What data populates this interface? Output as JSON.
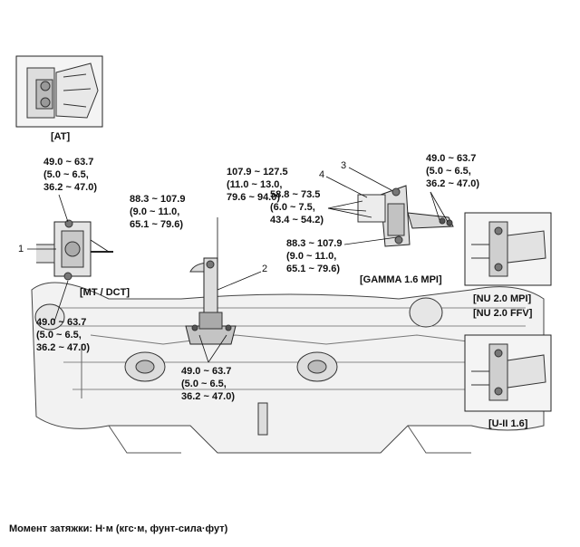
{
  "inset_labels": {
    "at": "[AT]",
    "mt_dct": "[MT / DCT]",
    "gamma": "[GAMMA 1.6 MPI]",
    "nu_mpi": "[NU 2.0 MPI]",
    "nu_ffv": "[NU 2.0 FFV]",
    "u2": "[U-II 1.6]"
  },
  "callout_numbers": {
    "n1": "1",
    "n2": "2",
    "n3": "3",
    "n4": "4"
  },
  "torque_specs": {
    "top_center": [
      "107.9 ~ 127.5",
      "(11.0 ~ 13.0,",
      "79.6 ~ 94.0)"
    ],
    "upper_left": [
      "49.0 ~ 63.7",
      "(5.0 ~ 6.5,",
      "36.2 ~ 47.0)"
    ],
    "mid_left": [
      "88.3 ~ 107.9",
      "(9.0 ~ 11.0,",
      "65.1 ~ 79.6)"
    ],
    "bracket_bolts": [
      "58.8 ~ 73.5",
      "(6.0 ~ 7.5,",
      "43.4 ~ 54.2)"
    ],
    "upper_right": [
      "49.0 ~ 63.7",
      "(5.0 ~ 6.5,",
      "36.2 ~ 47.0)"
    ],
    "mid_right": [
      "88.3 ~ 107.9",
      "(9.0 ~ 11.0,",
      "65.1 ~ 79.6)"
    ],
    "lower_left": [
      "49.0 ~ 63.7",
      "(5.0 ~ 6.5,",
      "36.2 ~ 47.0)"
    ],
    "lower_center": [
      "49.0 ~ 63.7",
      "(5.0 ~ 6.5,",
      "36.2 ~ 47.0)"
    ]
  },
  "footer": "Момент затяжки: Н·м (кгс·м, фунт-сила·фут)"
}
